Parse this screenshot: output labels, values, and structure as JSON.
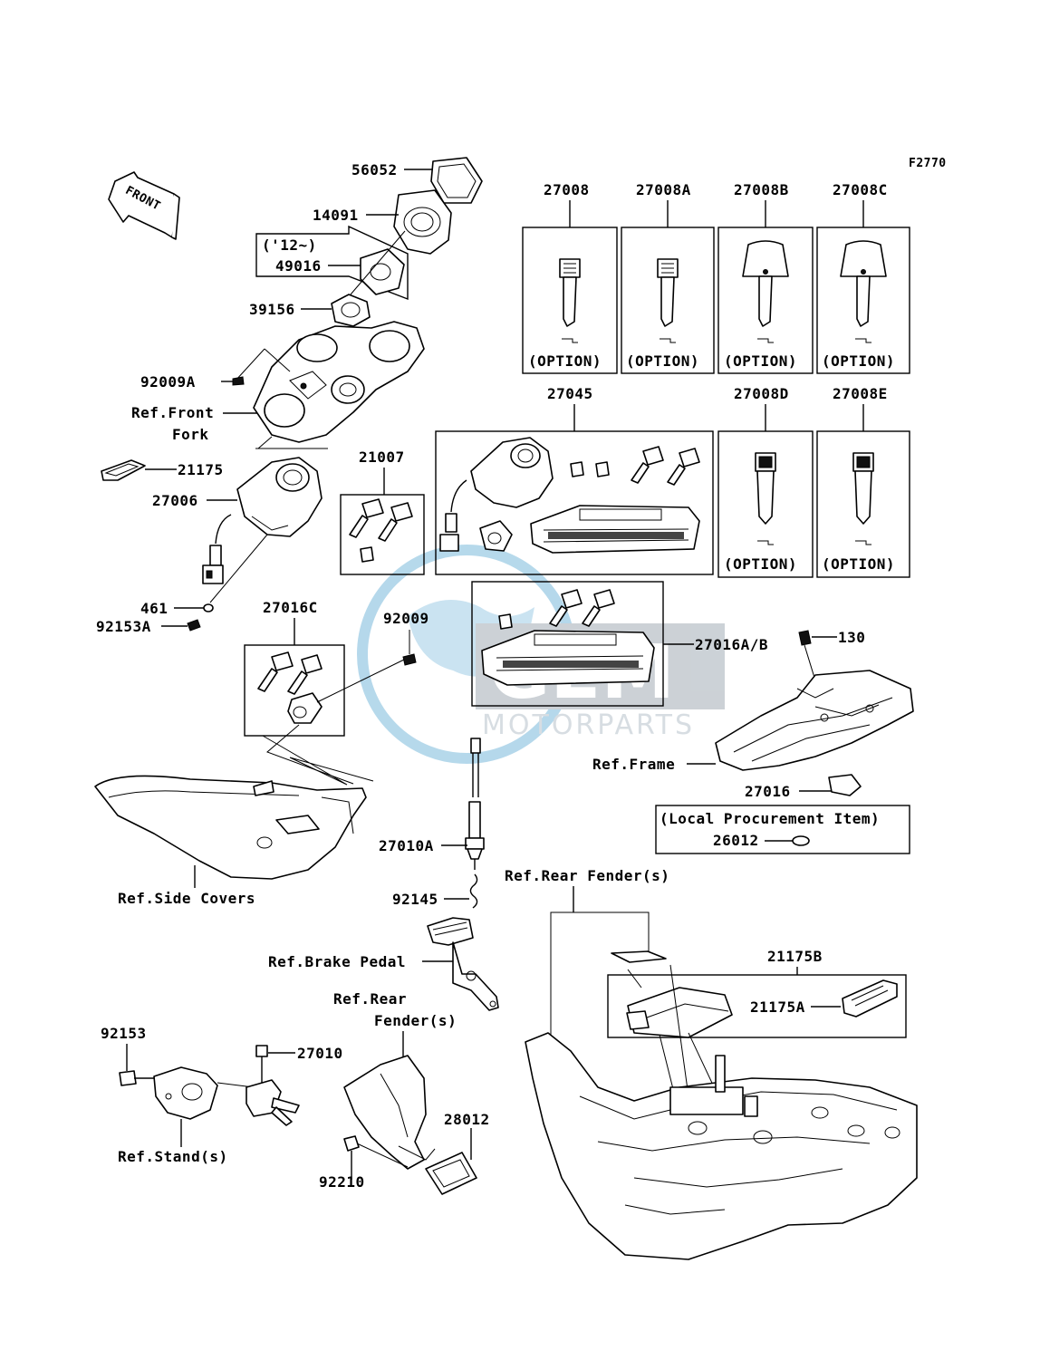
{
  "figure_code": "F2770",
  "orientation_arrow": "FRONT",
  "watermark": {
    "logo": "GEM",
    "text": "MOTORPARTS"
  },
  "part_numbers": {
    "p56052": "56052",
    "p14091": "14091",
    "year_note": "('12~)",
    "p49016": "49016",
    "p39156": "39156",
    "p92009A": "92009A",
    "p21175": "21175",
    "p27006": "27006",
    "p461": "461",
    "p92153A": "92153A",
    "p27016C": "27016C",
    "p92009": "92009",
    "p21007": "21007",
    "p27045": "27045",
    "p27008": "27008",
    "p27008A": "27008A",
    "p27008B": "27008B",
    "p27008C": "27008C",
    "p27008D": "27008D",
    "p27008E": "27008E",
    "p27016AB": "27016A/B",
    "p130": "130",
    "p27016": "27016",
    "p26012": "26012",
    "p27010A": "27010A",
    "p92145": "92145",
    "p21175B": "21175B",
    "p21175A": "21175A",
    "p92153": "92153",
    "p27010": "27010",
    "p28012": "28012",
    "p92210": "92210"
  },
  "references": {
    "front_fork_1": "Ref.Front",
    "front_fork_2": "Fork",
    "side_covers": "Ref.Side Covers",
    "frame": "Ref.Frame",
    "rear_fender_s": "Ref.Rear Fender(s)",
    "brake_pedal": "Ref.Brake Pedal",
    "rear_1": "Ref.Rear",
    "rear_2": "Fender(s)",
    "stands": "Ref.Stand(s)"
  },
  "option_label": "(OPTION)",
  "local_procurement": "(Local Procurement Item)"
}
